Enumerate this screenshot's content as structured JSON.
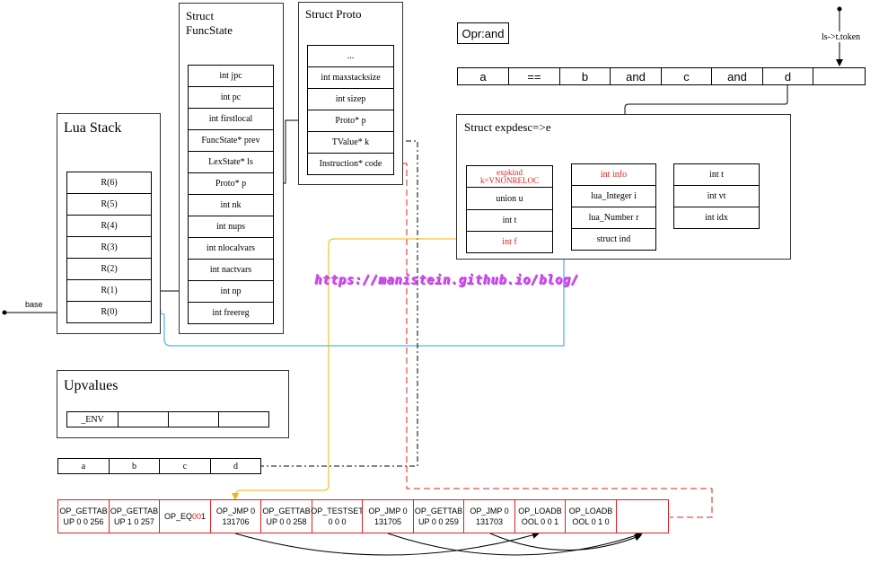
{
  "lua_stack": {
    "title": "Lua Stack",
    "registers": [
      "R(6)",
      "R(5)",
      "R(4)",
      "R(3)",
      "R(2)",
      "R(1)",
      "R(0)"
    ],
    "base_label": "base"
  },
  "funcstate": {
    "title": "Struct\nFuncState",
    "fields": [
      "int jpc",
      "int pc",
      "int firstlocal",
      "FuncState* prev",
      "LexState* ls",
      "Proto* p",
      "int nk",
      "int nups",
      "int nlocalvars",
      "int nactvars",
      "int np",
      "int freereg"
    ]
  },
  "proto": {
    "title": "Struct Proto",
    "fields": [
      "...",
      "int maxstacksize",
      "int sizep",
      "Proto* p",
      "TValue* k",
      "Instruction* code"
    ]
  },
  "opr": {
    "label": "Opr:and"
  },
  "tokens": {
    "cells": [
      "a",
      "==",
      "b",
      "and",
      "c",
      "and",
      "d",
      ""
    ],
    "pointer_label": "ls->t.token"
  },
  "expdesc": {
    "title": "Struct expdesc=>e",
    "left_fields": [
      "expkind\nk=VNONRELOC",
      "union u",
      "int t",
      "int f"
    ],
    "union_fields": [
      "int info",
      "lua_Integer i",
      "lua_Number r",
      "struct ind"
    ],
    "ind_fields": [
      "int t",
      "int vt",
      "int idx"
    ]
  },
  "watermark": "https://manistein.github.io/blog/",
  "upvalues": {
    "title": "Upvalues",
    "cells": [
      "_ENV",
      "",
      "",
      ""
    ]
  },
  "constants": {
    "cells": [
      "a",
      "b",
      "c",
      "d"
    ]
  },
  "instructions": [
    {
      "text": "OP_GETTAB\nUP 0 0 256"
    },
    {
      "text": "OP_GETTAB\nUP 1 0 257"
    },
    {
      "text": "OP_EQ 0 0 1"
    },
    {
      "text": "OP_JMP 0\n131706"
    },
    {
      "text": "OP_GETTAB\nUP 0 0 258"
    },
    {
      "text": "OP_TESTSET\n0 0 0"
    },
    {
      "text": "OP_JMP 0\n131705"
    },
    {
      "text": "OP_GETTAB\nUP 0 0 259"
    },
    {
      "text": "OP_JMP 0\n131703"
    },
    {
      "text": "OP_LOADB\nOOL 0 0 1"
    },
    {
      "text": "OP_LOADB\nOOL 0 1 0"
    },
    {
      "text": ""
    }
  ],
  "colors": {
    "red": "#e02020",
    "blue": "#29a3dc",
    "yellow": "#f5b400",
    "watermark": "#d24cf0"
  }
}
